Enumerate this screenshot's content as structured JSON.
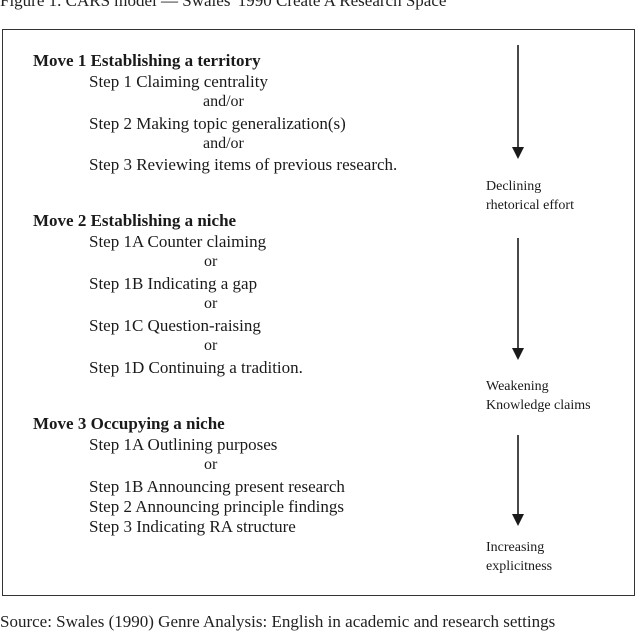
{
  "figure_caption_cut": "Figure 1. CARS model — Swales' 1990 Create A Research Space",
  "footer_cut": "Source: Swales (1990) Genre Analysis: English in academic and research settings",
  "moves": [
    {
      "label": "Move 1 Establishing a territory",
      "lines": [
        {
          "kind": "step",
          "text": "Step 1  Claiming centrality"
        },
        {
          "kind": "conj",
          "text": "and/or"
        },
        {
          "kind": "step",
          "text": "Step 2  Making topic generalization(s)"
        },
        {
          "kind": "conj",
          "text": "and/or"
        },
        {
          "kind": "step",
          "text": "Step 3  Reviewing items of previous research."
        }
      ]
    },
    {
      "label": "Move 2 Establishing a niche",
      "lines": [
        {
          "kind": "step",
          "text": "Step 1A  Counter claiming"
        },
        {
          "kind": "conj",
          "text": "or"
        },
        {
          "kind": "step",
          "text": "Step 1B  Indicating a gap"
        },
        {
          "kind": "conj",
          "text": "or"
        },
        {
          "kind": "step",
          "text": "Step 1C  Question-raising"
        },
        {
          "kind": "conj",
          "text": "or"
        },
        {
          "kind": "step",
          "text": "Step 1D  Continuing a tradition."
        }
      ]
    },
    {
      "label": "Move 3 Occupying a niche",
      "lines": [
        {
          "kind": "step",
          "text": "Step 1A  Outlining purposes"
        },
        {
          "kind": "conj",
          "text": "or"
        },
        {
          "kind": "step",
          "text": "Step 1B  Announcing present research"
        },
        {
          "kind": "step",
          "text": "Step 2    Announcing principle findings"
        },
        {
          "kind": "step",
          "text": "Step 3    Indicating RA structure"
        }
      ]
    }
  ],
  "side_labels": [
    [
      "Declining",
      "rhetorical effort"
    ],
    [
      "Weakening",
      "Knowledge claims"
    ],
    [
      "Increasing",
      "explicitness"
    ]
  ]
}
